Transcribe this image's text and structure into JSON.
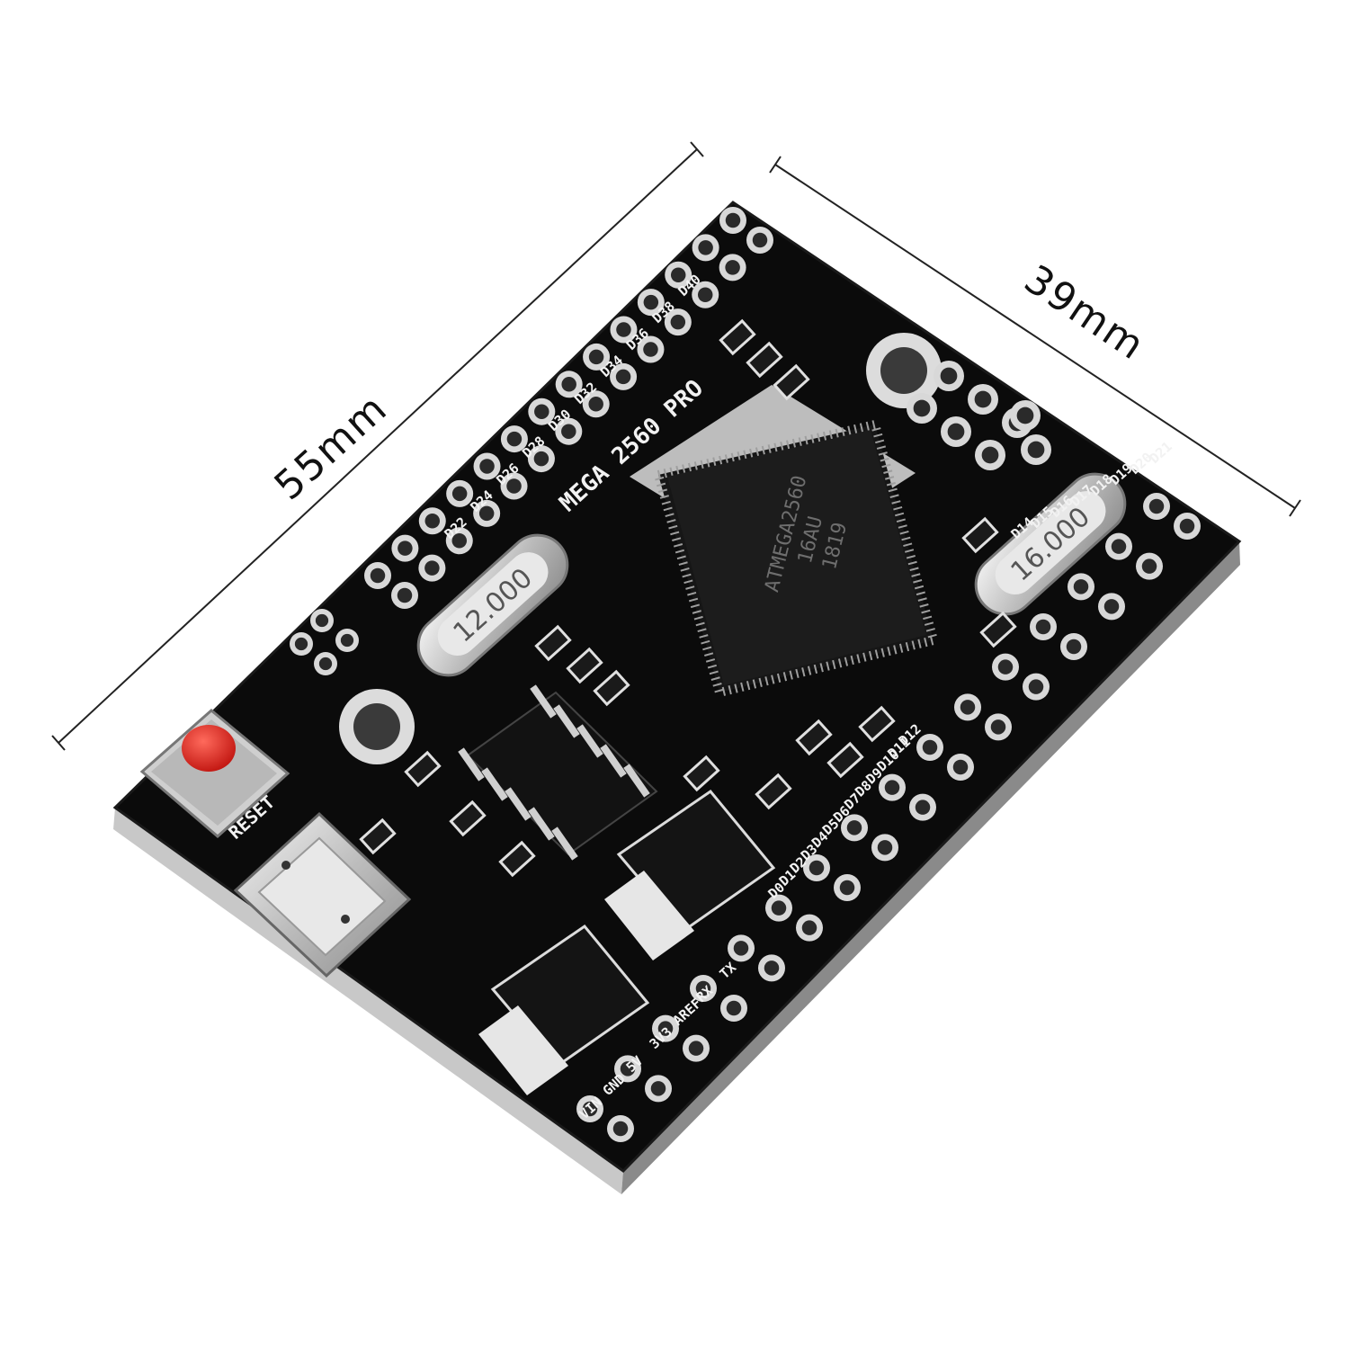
{
  "dimensions": {
    "length_label": "55mm",
    "width_label": "39mm"
  },
  "board": {
    "name_silk": "MEGA 2560 PRO",
    "reset_label": "RESET",
    "xtal_left": "12.000",
    "xtal_right": "16.000",
    "mcu_marking": [
      "ATMEGA2560",
      "16AU",
      "1819"
    ],
    "power_labels": [
      "VIN",
      "GND",
      "5V",
      "3V3",
      "AREF",
      "RX",
      "TX"
    ],
    "pin_labels_left": [
      "D22",
      "D24",
      "D26",
      "D28",
      "D30",
      "D32",
      "D34",
      "D36",
      "D38",
      "D40"
    ],
    "pin_labels_right": [
      "D0",
      "D1",
      "D2",
      "D3",
      "D4",
      "D5",
      "D6",
      "D7",
      "D8",
      "D9",
      "D10",
      "D11",
      "D12"
    ],
    "pin_labels_top": [
      "D14",
      "D15",
      "D16",
      "D17",
      "D18",
      "D19",
      "D20",
      "D21"
    ]
  },
  "colors": {
    "pcb": "#0b0b0b",
    "pad_ring": "#d8d8d8",
    "pad_hole": "#2a2a2a",
    "reset_button": "#e8231f",
    "metal": "#cfcfcf"
  }
}
